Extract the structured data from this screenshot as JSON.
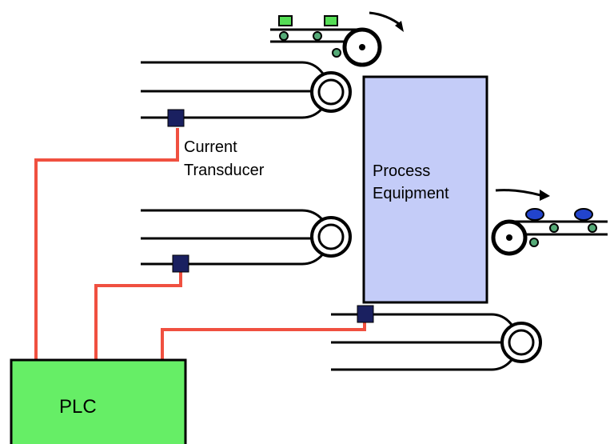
{
  "labels": {
    "current_transducer_line1": "Current",
    "current_transducer_line2": "Transducer",
    "process_equipment_line1": "Process",
    "process_equipment_line2": "Equipment",
    "plc": "PLC"
  },
  "colors": {
    "plc_fill": "#66ee66",
    "process_fill": "#c4ccf8",
    "signal_wire": "#f05040",
    "transducer": "#1a2060",
    "product_top": "#55dd55",
    "product_bottom": "#2244cc",
    "line": "#000000"
  }
}
